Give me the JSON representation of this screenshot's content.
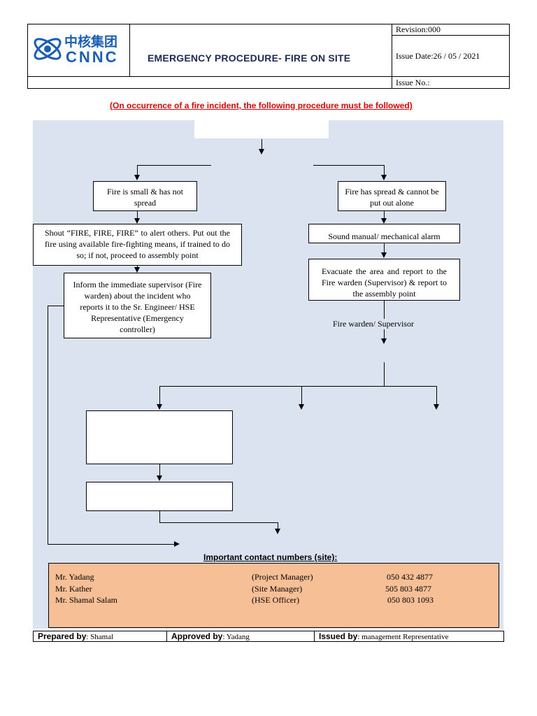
{
  "header": {
    "logo_chinese": "中核集团",
    "logo_latin": "CNNC",
    "title": "EMERGENCY PROCEDURE- FIRE ON SITE",
    "revision": "Revision:000",
    "issue_date": "Issue Date:26 / 05 / 2021",
    "issue_no": "Issue No.:"
  },
  "notice": "(On occurrence of a fire incident, the following procedure must be followed)",
  "flow": {
    "small_fire": "Fire is small & has not spread",
    "spread_fire": "Fire has spread & cannot be put out alone",
    "shout": "Shout “FIRE, FIRE, FIRE” to alert others. Put out the fire using available fire-fighting means, if trained to do so; if not, proceed to assembly point",
    "sound_alarm": "Sound manual/ mechanical alarm",
    "inform": "Inform the immediate supervisor (Fire warden) about the incident who reports it to the Sr. Engineer/ HSE Representative (Emergency controller)",
    "evacuate": "Evacuate the area and report to the Fire warden (Supervisor) & report to the assembly point",
    "warden_label": "Fire warden/ Supervisor"
  },
  "contacts": {
    "title": "Important contact numbers (site):",
    "rows": [
      {
        "name": "Mr. Yadang",
        "role": "(Project Manager)",
        "phone": "050 432 4877"
      },
      {
        "name": "Mr. Kather",
        "role": "(Site Manager)",
        "phone": "505 803 4877"
      },
      {
        "name": "Mr. Shamal Salam",
        "role": "(HSE Officer)",
        "phone": "050 803 1093"
      }
    ]
  },
  "footer": {
    "prepared_label": "Prepared by",
    "prepared_value": ": Shamal",
    "approved_label": "Approved by",
    "approved_value": ": Yadang",
    "issued_label": "Issued by",
    "issued_value": ": management Representative"
  },
  "colors": {
    "title": "#1f2a55",
    "notice": "#e00000",
    "panel": "#dbe3f0",
    "contacts": "#f6bf96",
    "logo": "#1a5fb4"
  }
}
